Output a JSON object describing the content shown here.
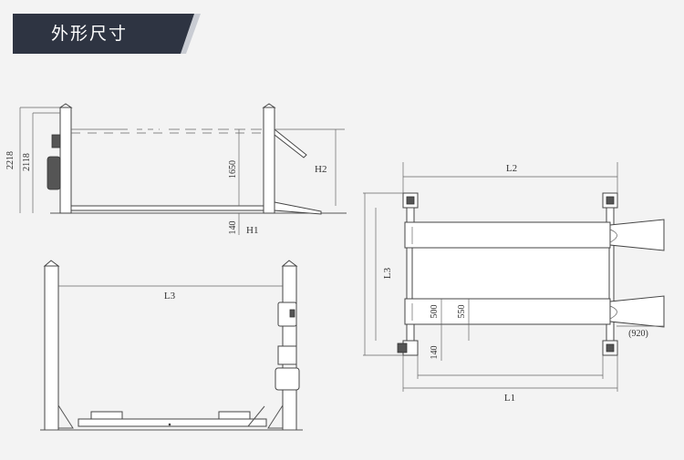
{
  "header": {
    "title": "外形尺寸",
    "band_color": "#2e3442",
    "accent_color": "#c9ccd3"
  },
  "dimensions": {
    "side": {
      "total_height": "2218",
      "column_height": "2118",
      "platform_height": "1650",
      "gap": "140",
      "h1": "H1",
      "h2": "H2"
    },
    "front": {
      "l3": "L3"
    },
    "top": {
      "l2": "L2",
      "l3": "L3",
      "l1": "L1",
      "d500": "500",
      "d550": "550",
      "d140": "140",
      "d920": "(920)"
    }
  }
}
